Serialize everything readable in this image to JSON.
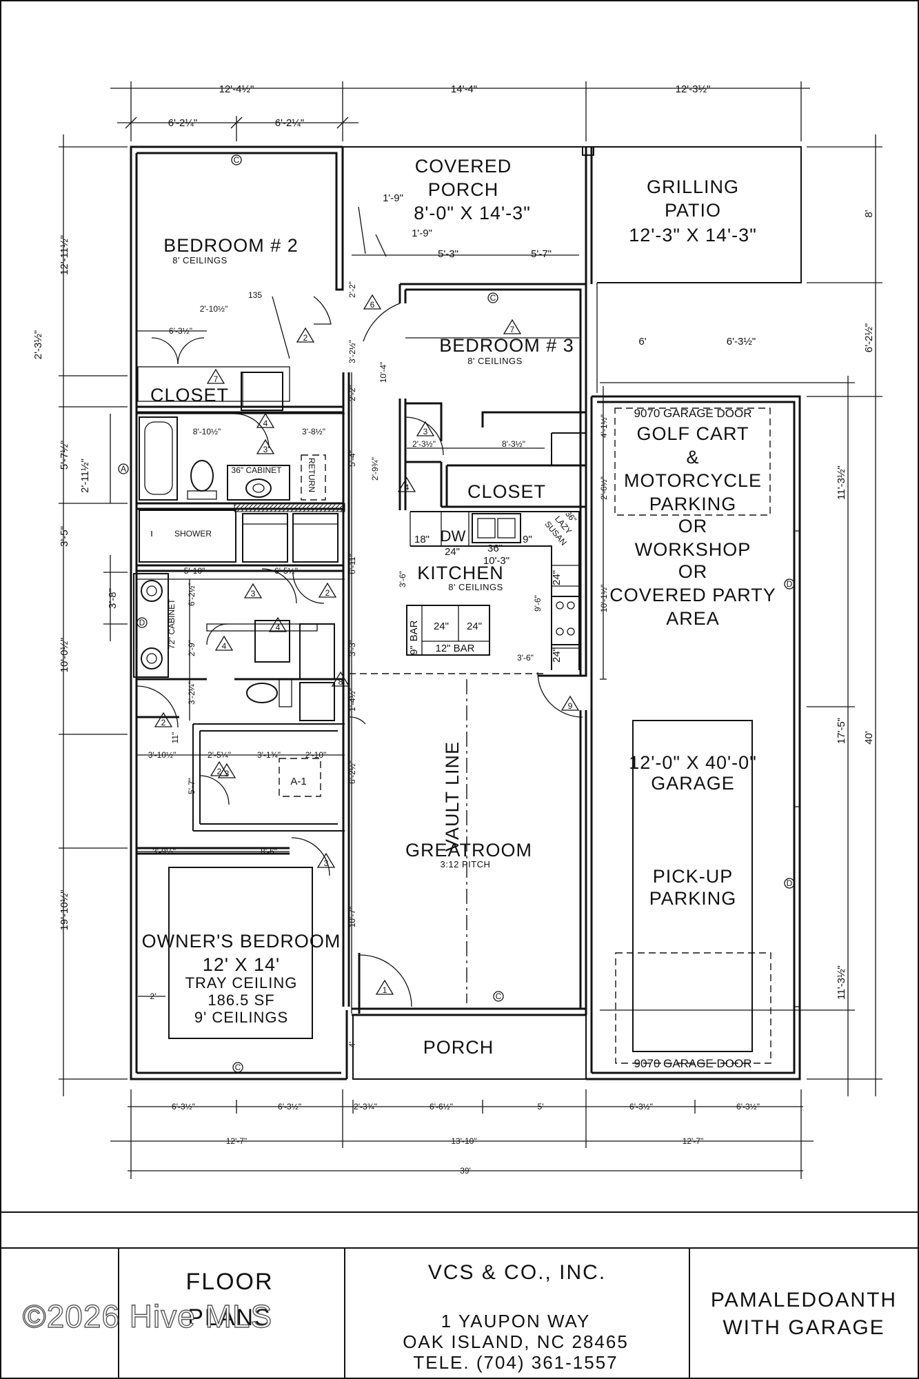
{
  "rooms": {
    "covered_porch": {
      "name_line1": "COVERED",
      "name_line2": "PORCH",
      "size": "8'-0\" X 14'-3\""
    },
    "grilling_patio": {
      "name_line1": "GRILLING",
      "name_line2": "PATIO",
      "size": "12'-3\" X 14'-3\""
    },
    "bedroom2": {
      "name": "BEDROOM # 2",
      "ceiling": "8' CEILINGS"
    },
    "bedroom3": {
      "name": "BEDROOM # 3",
      "ceiling": "8' CEILINGS"
    },
    "closet_left": {
      "name": "CLOSET"
    },
    "closet_right": {
      "name": "CLOSET"
    },
    "kitchen": {
      "name": "KITCHEN",
      "ceiling": "8' CEILINGS"
    },
    "shower": {
      "name": "SHOWER"
    },
    "return": {
      "name": "RETURN"
    },
    "cabinet36": {
      "name": "36\" CABINET"
    },
    "cabinet72": {
      "name": "72\" CABINET"
    },
    "dw": {
      "name": "DW"
    },
    "lazy_susan": {
      "line1": "36\"",
      "line2": "LAZY",
      "line3": "SUSAN"
    },
    "a1": {
      "name": "A-1"
    },
    "bar": {
      "name": "BAR",
      "twelve": "12\" BAR",
      "c24a": "24\"",
      "c24b": "24\"",
      "nine": "9\""
    },
    "kitchen_dims": {
      "d18": "18\"",
      "d24": "24\"",
      "d36": "36\"",
      "d9": "9\"",
      "d10_3": "10'-3\"",
      "d24a": "24\"",
      "d24b": "24\"",
      "d3_6": "3'-6\"",
      "d3_6b": "3'-6\"",
      "d9_6": "9'-6\""
    },
    "garage_bay": {
      "door_top": "9070 GARAGE DOOR",
      "lines": [
        "GOLF CART",
        "&",
        "MOTORCYCLE",
        "PARKING",
        "OR",
        "WORKSHOP",
        "OR",
        "COVERED PARTY",
        "AREA"
      ]
    },
    "garage": {
      "size": "12'-0\" X 40'-0\"",
      "name": "GARAGE",
      "pickup_line1": "PICK-UP",
      "pickup_line2": "PARKING",
      "door_bottom": "9070 GARAGE DOOR"
    },
    "greatroom": {
      "name": "GREATROOM",
      "pitch": "3:12 PITCH",
      "vault": "VAULT LINE"
    },
    "owners_bedroom": {
      "name": "OWNER'S BEDROOM",
      "size": "12' X 14'",
      "ceiling1": "TRAY CEILING",
      "area": "186.5 SF",
      "ceiling2": "9' CEILINGS"
    },
    "porch": {
      "name": "PORCH"
    }
  },
  "dimensions": {
    "top_overall": [
      "12'-4½\"",
      "14'-4\"",
      "12'-3½\""
    ],
    "top_sub": [
      "6'-2¼\"",
      "6'-2¼\""
    ],
    "porch_dims": [
      "1'-9\"",
      "1'-9\"",
      "5'-3\"",
      "5'-7\""
    ],
    "left": [
      "12'-11½\"",
      "2'-3½\"",
      "5'-7½\"",
      "2'-11½\"",
      "3'-5\"",
      "3'-8\"",
      "10'-0½\"",
      "19'-10½\""
    ],
    "right": [
      "8'",
      "6'-2½\"",
      "11'-3½\"",
      "17'-5\"",
      "40'",
      "11'-3½\""
    ],
    "bottom_sub": [
      "6'-3½\"",
      "6'-3½\"",
      "2'-3¾\"",
      "6'-6½\"",
      "5'",
      "6'-3½\"",
      "6'-3½\""
    ],
    "bottom_main": [
      "12'-7\"",
      "13'-10\"",
      "12'-7\""
    ],
    "bottom_overall": "39'",
    "interior": [
      "2'-10½\"",
      "135",
      "6'-3½\"",
      "8'-10½\"",
      "3'-8½\"",
      "2'-2\"",
      "3'-2½\"",
      "2'-2\"",
      "10'-4\"",
      "6'",
      "6'-3½\"",
      "4'-1½\"",
      "2'-3½\"",
      "8'-3½\"",
      "2'-9¾\"",
      "5'-4\"",
      "2'-6½\"",
      "10'-1½\"",
      "5'-10\"",
      "6'-5½\"",
      "6'-11\"",
      "6'-2½\"",
      "2'-9\"",
      "3'-3\"",
      "3'-2¼\"",
      "1'-4½\"",
      "11\"",
      "3'-10½\"",
      "2'-5¼\"",
      "3'-1¾\"",
      "2'-10\"",
      "5'-7\"",
      "6'-2½\"",
      "3'-9½\"",
      "8'-6\"",
      "10'-7\"",
      "2'",
      "4'"
    ]
  },
  "symbols": {
    "c": "C",
    "d": "D",
    "a": "A"
  },
  "door_tags": [
    "1",
    "2",
    "2",
    "2",
    "2",
    "3",
    "3",
    "3",
    "3",
    "3",
    "4",
    "4",
    "4",
    "4",
    "6",
    "7",
    "7",
    "8",
    "9",
    "1"
  ],
  "title_block": {
    "sheet_title_line1": "FLOOR",
    "sheet_title_line2": "PLANS",
    "company": "VCS & CO., INC.",
    "address1": "1 YAUPON WAY",
    "address2": "OAK ISLAND, NC 28465",
    "phone": "TELE. (704) 361-1557",
    "plan_name_line1": "PAMALEDOANTH",
    "plan_name_line2": "WITH GARAGE",
    "watermark": "©2026 Hive MLS"
  }
}
